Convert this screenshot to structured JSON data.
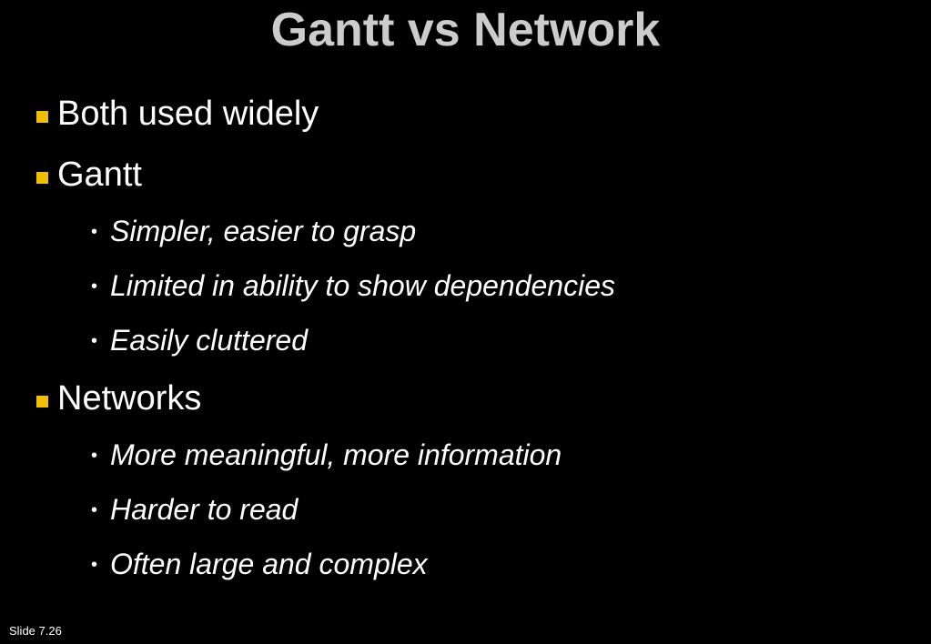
{
  "slide": {
    "title": "Gantt vs Network",
    "bullets": [
      {
        "text": "Both used widely",
        "children": []
      },
      {
        "text": "Gantt",
        "children": [
          "Simpler, easier to grasp",
          "Limited in ability to show dependencies",
          "Easily cluttered"
        ]
      },
      {
        "text": "Networks",
        "children": [
          "More meaningful, more information",
          "Harder to read",
          "Often large and complex"
        ]
      }
    ],
    "footer": "Slide 7.26"
  },
  "colors": {
    "background": "#000000",
    "title": "#cccccc",
    "text": "#ffffff",
    "bullet": "#f0c000"
  }
}
